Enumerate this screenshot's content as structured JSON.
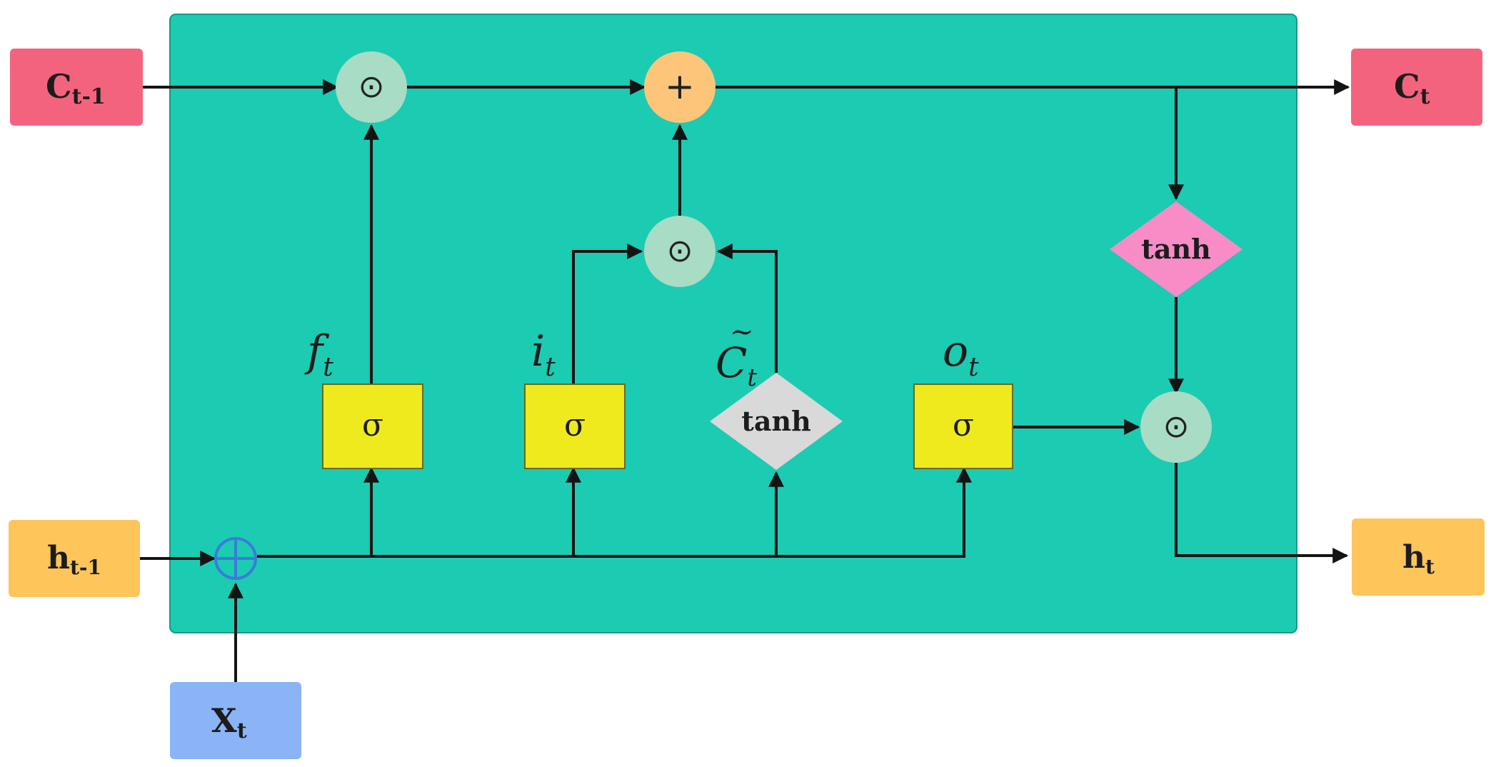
{
  "diagram": {
    "inputs": {
      "c_prev": {
        "main": "C",
        "sub": "t-1"
      },
      "h_prev": {
        "main": "h",
        "sub": "t-1"
      },
      "x_t": {
        "main": "X",
        "sub": "t"
      }
    },
    "outputs": {
      "c_t": {
        "main": "C",
        "sub": "t"
      },
      "h_t": {
        "main": "h",
        "sub": "t"
      }
    },
    "gates": {
      "forget": {
        "name": "f",
        "sub": "t",
        "symbol": "σ"
      },
      "input": {
        "name": "i",
        "sub": "t",
        "symbol": "σ"
      },
      "candidate": {
        "name": "C",
        "sub": "t",
        "accent": "~",
        "activation": "tanh"
      },
      "output": {
        "name": "o",
        "sub": "t",
        "symbol": "σ"
      }
    },
    "cell_activation": "tanh",
    "operators": {
      "multiply": "⊙",
      "add": "+"
    },
    "colors": {
      "cell_background": "#1bcbb2",
      "cell_state_box": "#f4637e",
      "hidden_state_box": "#fdc55a",
      "input_box": "#8ab4f5",
      "sigmoid_box": "#efea1e",
      "multiply_node": "#a8dcc5",
      "add_node": "#fcc57a",
      "candidate_tanh": "#d9d9d9",
      "cell_tanh": "#f78cc7",
      "concat_node": "#3b7bd9",
      "wire": "#141414"
    }
  }
}
